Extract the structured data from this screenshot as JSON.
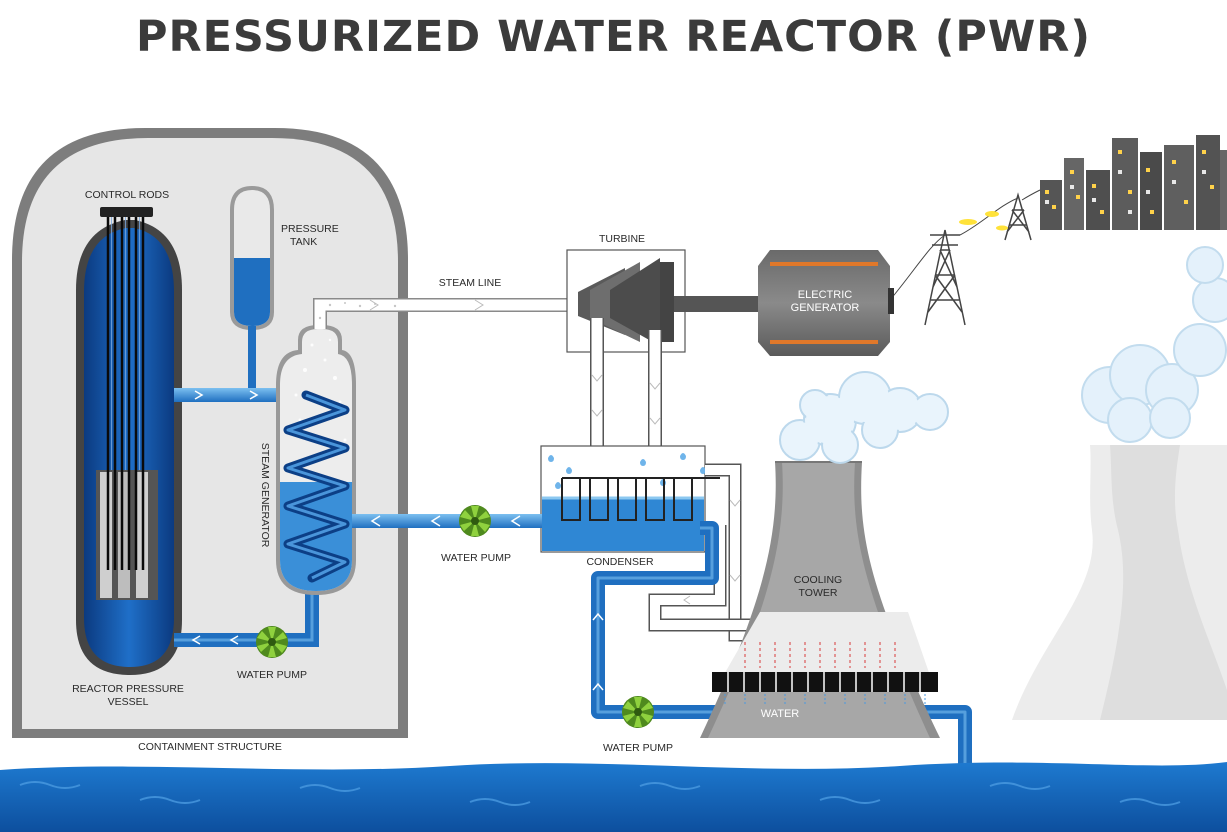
{
  "title": "PRESSURIZED WATER REACTOR (PWR)",
  "labels": {
    "control_rods": "CONTROL RODS",
    "pressure_tank_1": "PRESSURE",
    "pressure_tank_2": "TANK",
    "steam_line": "STEAM LINE",
    "turbine": "TURBINE",
    "electric_generator_1": "ELECTRIC",
    "electric_generator_2": "GENERATOR",
    "steam_generator": "STEAM GENERATOR",
    "water_pump_reactor": "WATER PUMP",
    "water_pump_condenser": "WATER PUMP",
    "water_pump_tower": "WATER PUMP",
    "condenser": "CONDENSER",
    "cooling_tower_1": "COOLING",
    "cooling_tower_2": "TOWER",
    "water": "WATER",
    "reactor_vessel_1": "REACTOR  PRESSURE",
    "reactor_vessel_2": "VESSEL",
    "containment": "CONTAINMENT STRUCTURE"
  },
  "colors": {
    "primary_water": "#1f6fc0",
    "dark_blue": "#0c3f86",
    "containment_wall": "#7d7d7d",
    "containment_fill": "#e6e6e6",
    "pump_green": "#7bbf2e",
    "sea": "#1565c0"
  }
}
